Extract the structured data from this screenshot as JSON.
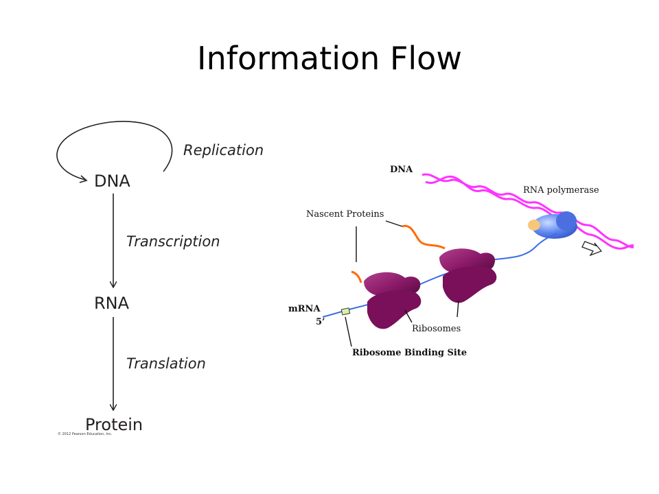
{
  "slide": {
    "title": "Information Flow"
  },
  "central_dogma": {
    "molecules": [
      "DNA",
      "RNA",
      "Protein"
    ],
    "processes": [
      "Replication",
      "Transcription",
      "Translation"
    ],
    "copyright": "© 2012 Pearson Education, Inc."
  },
  "illustration": {
    "labels": {
      "dna": "DNA",
      "rna_polymerase": "RNA polymerase",
      "nascent_proteins": "Nascent Proteins",
      "mrna": "mRNA",
      "five_prime": "5’",
      "ribosomes": "Ribosomes",
      "ribosome_binding_site": "Ribosome Binding Site"
    },
    "colors": {
      "dna_strand": "#ff33ff",
      "mrna_strand": "#3a6fe0",
      "nascent_protein": "#ff6a00",
      "ribosome": "#8a1a68",
      "polymerase": "#5f86f0"
    }
  }
}
